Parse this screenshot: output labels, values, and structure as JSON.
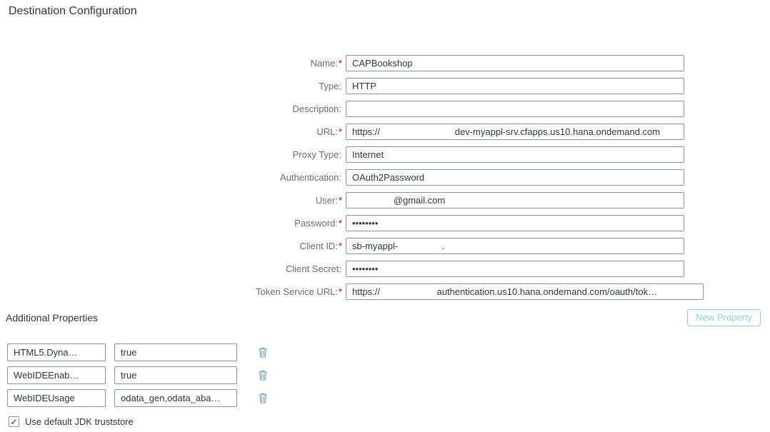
{
  "page": {
    "title": "Destination Configuration"
  },
  "form": {
    "fields": [
      {
        "label": "Name:",
        "req": "*",
        "value": "CAPBookshop"
      },
      {
        "label": "Type:",
        "req": "",
        "value": "HTTP"
      },
      {
        "label": "Description:",
        "req": "",
        "value": ""
      },
      {
        "label": "URL:",
        "req": "*",
        "value": "https://                             dev-myappl-srv.cfapps.us10.hana.ondemand.com"
      },
      {
        "label": "Proxy Type:",
        "req": "",
        "value": "Internet"
      },
      {
        "label": "Authentication:",
        "req": "",
        "value": "OAuth2Password"
      },
      {
        "label": "User:",
        "req": "*",
        "value": "                @gmail.com"
      },
      {
        "label": "Password:",
        "req": "*",
        "value": "••••••••"
      },
      {
        "label": "Client ID:",
        "req": "*",
        "value": "sb-myappl-                 ."
      },
      {
        "label": "Client Secret:",
        "req": "",
        "value": "••••••••"
      },
      {
        "label": "Token Service URL:",
        "req": "*",
        "value": "https://                      authentication.us10.hana.ondemand.com/oauth/tok…"
      }
    ]
  },
  "additional_properties": {
    "title": "Additional Properties",
    "new_property_label": "New Property",
    "rows": [
      {
        "key": "HTML5.Dyna…",
        "value": "true"
      },
      {
        "key": "WebIDEEnab…",
        "value": "true"
      },
      {
        "key": "WebIDEUsage",
        "value": "odata_gen,odata_aba…"
      }
    ],
    "truststore": {
      "label": "Use default JDK truststore",
      "checked": "✓"
    }
  },
  "colors": {
    "required_asterisk": "#bb0000",
    "new_property_button": "#91c8f6",
    "trash_icon": "#6f97b5",
    "input_border": "#89919a",
    "checkbox_check": "#3f6e96"
  }
}
